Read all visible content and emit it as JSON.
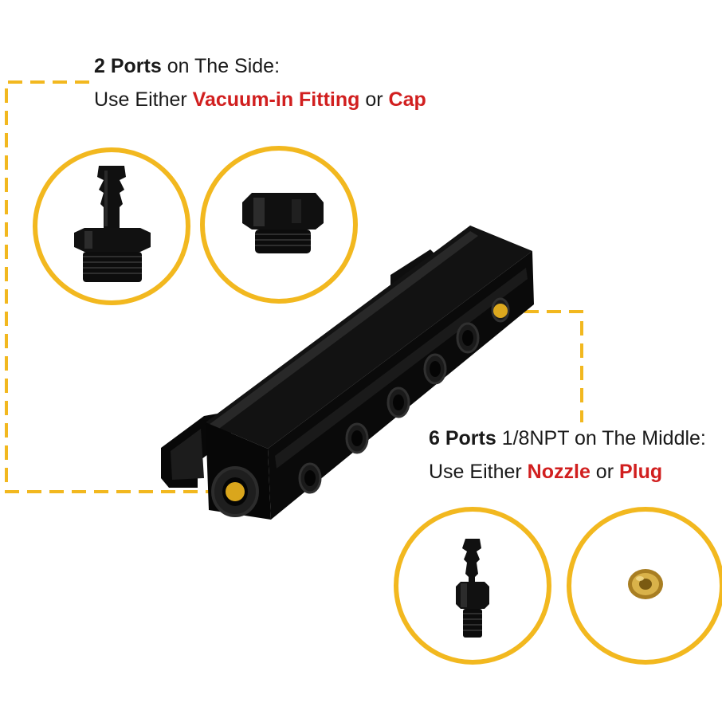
{
  "side_callout": {
    "count": "2 Ports",
    "line1_rest": " on The Side:",
    "line2_prefix": "Use Either ",
    "option_a": "Vacuum-in Fitting",
    "joiner": " or ",
    "option_b": "Cap"
  },
  "middle_callout": {
    "count": "6 Ports",
    "line1_rest": " 1/8NPT on The Middle:",
    "line2_prefix": "Use Either ",
    "option_a": "Nozzle",
    "joiner": " or ",
    "option_b": "Plug"
  },
  "colors": {
    "accent_yellow": "#f2b81f",
    "highlight_red": "#d11f1f",
    "block_black": "#0c0c0c",
    "brass": "#c9a23a"
  },
  "icons": [
    "vacuum-fitting-icon",
    "cap-icon",
    "nozzle-icon",
    "plug-icon",
    "manifold-block"
  ]
}
